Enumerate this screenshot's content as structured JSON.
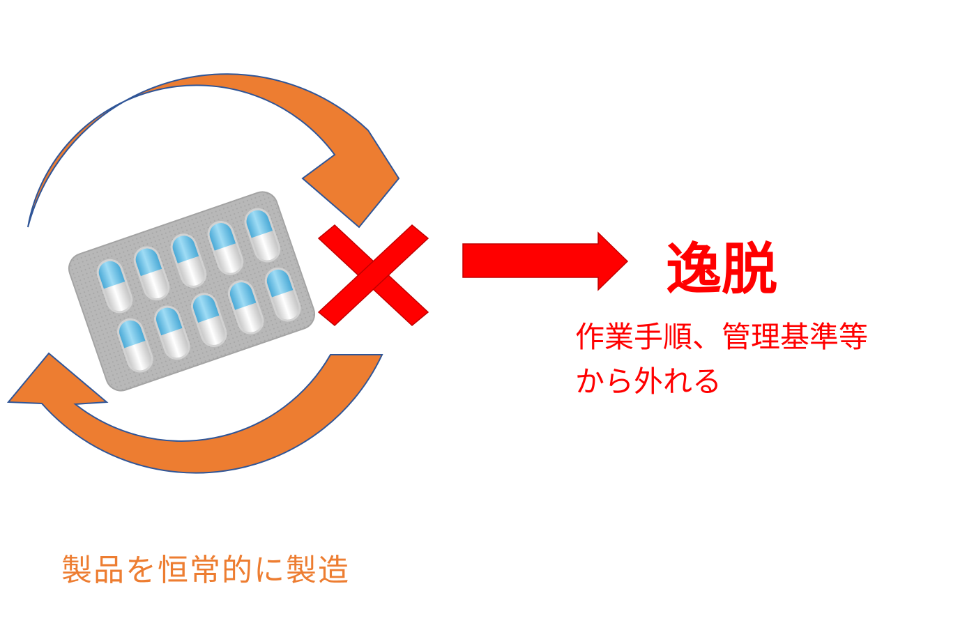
{
  "colors": {
    "cycle_fill": "#ED7D31",
    "cycle_stroke": "#2F5597",
    "cross": "#FF0000",
    "arrow": "#FF0000",
    "caption_text": "#ED7D31",
    "accent_text": "#FF0000",
    "blister": "#B8B8B8",
    "capsule_cap": "#6EC3E8",
    "capsule_body": "#E9E9E9"
  },
  "icons": {
    "cycle": "circular-arrows",
    "product": "capsule-blister-pack",
    "cross": "x-mark",
    "arrow": "right-arrow"
  },
  "cycle_caption": "製品を恒常的に製造",
  "deviation": {
    "title": "逸脱",
    "description_line1": "作業手順、管理基準等",
    "description_line2": "から外れる"
  }
}
